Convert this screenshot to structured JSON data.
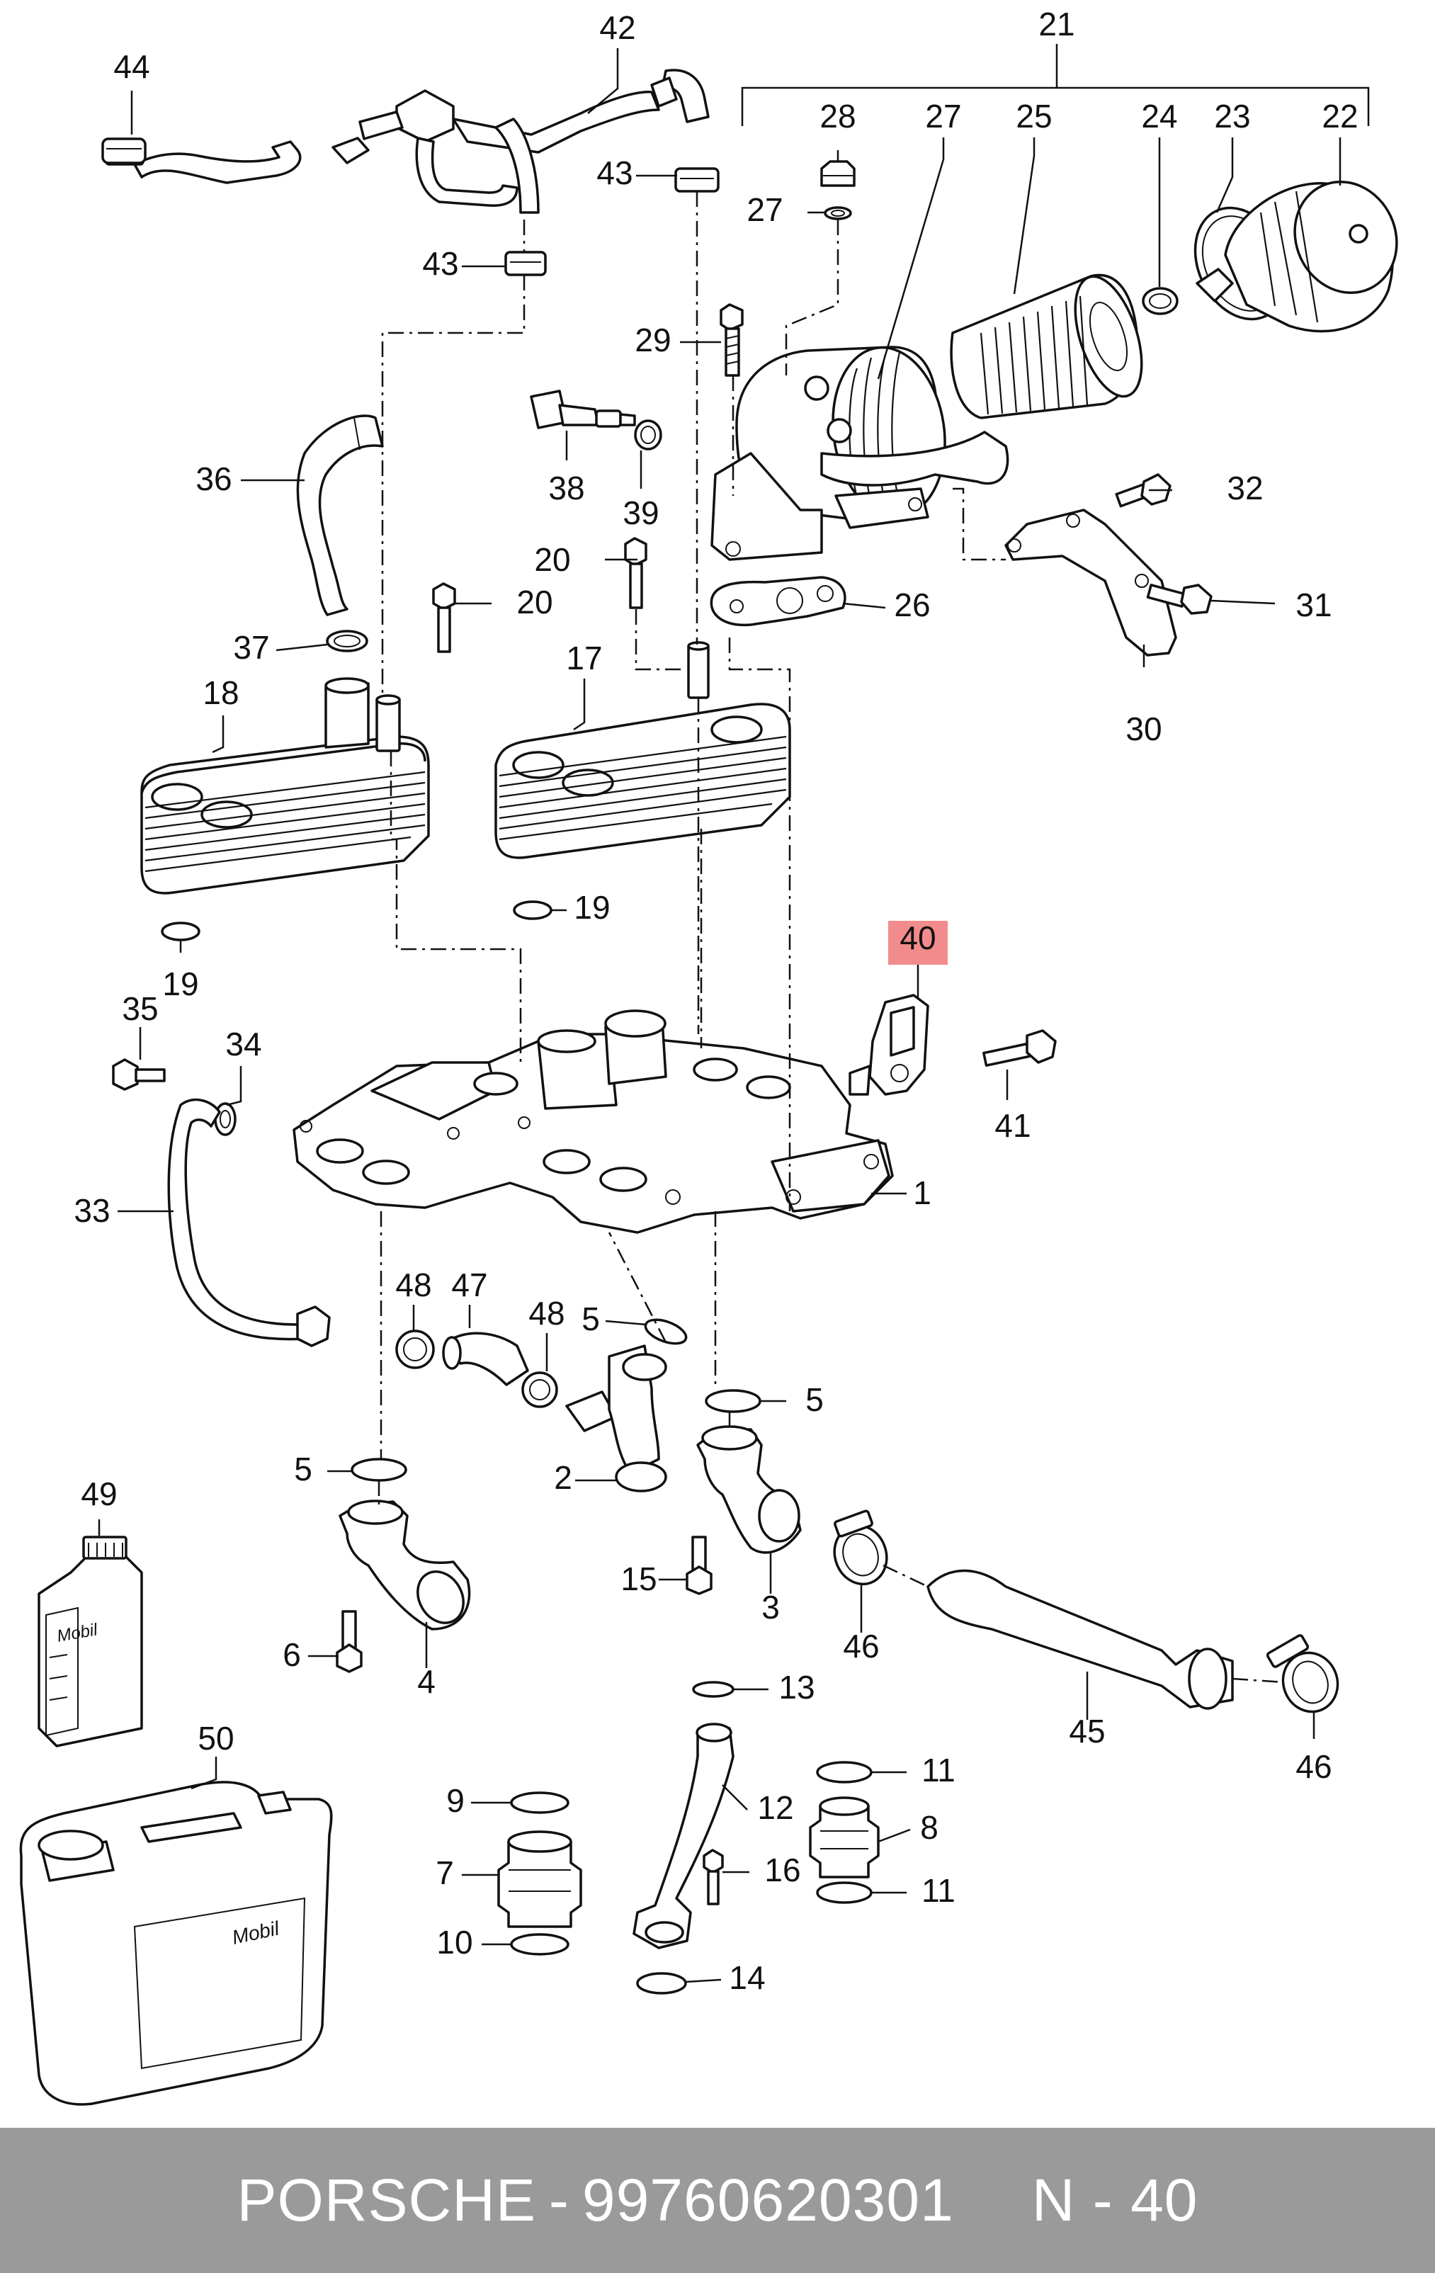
{
  "callouts": [
    {
      "id": "c44a",
      "label": "44"
    },
    {
      "id": "c42",
      "label": "42"
    },
    {
      "id": "c21",
      "label": "21"
    },
    {
      "id": "c28",
      "label": "28"
    },
    {
      "id": "c27a",
      "label": "27"
    },
    {
      "id": "c25",
      "label": "25"
    },
    {
      "id": "c24",
      "label": "24"
    },
    {
      "id": "c23",
      "label": "23"
    },
    {
      "id": "c22",
      "label": "22"
    },
    {
      "id": "c43a",
      "label": "43"
    },
    {
      "id": "c27b",
      "label": "27"
    },
    {
      "id": "c43b",
      "label": "43"
    },
    {
      "id": "c29",
      "label": "29"
    },
    {
      "id": "c38",
      "label": "38"
    },
    {
      "id": "c39",
      "label": "39"
    },
    {
      "id": "c36",
      "label": "36"
    },
    {
      "id": "c32",
      "label": "32"
    },
    {
      "id": "c20a",
      "label": "20"
    },
    {
      "id": "c20b",
      "label": "20"
    },
    {
      "id": "c26",
      "label": "26"
    },
    {
      "id": "c31",
      "label": "31"
    },
    {
      "id": "c37",
      "label": "37"
    },
    {
      "id": "c17",
      "label": "17"
    },
    {
      "id": "c18",
      "label": "18"
    },
    {
      "id": "c30",
      "label": "30"
    },
    {
      "id": "c19a",
      "label": "19"
    },
    {
      "id": "c19b",
      "label": "19"
    },
    {
      "id": "c40",
      "label": "40",
      "highlight": true
    },
    {
      "id": "c35",
      "label": "35"
    },
    {
      "id": "c34",
      "label": "34"
    },
    {
      "id": "c41",
      "label": "41"
    },
    {
      "id": "c1",
      "label": "1"
    },
    {
      "id": "c33",
      "label": "33"
    },
    {
      "id": "c48a",
      "label": "48"
    },
    {
      "id": "c47",
      "label": "47"
    },
    {
      "id": "c48b",
      "label": "48"
    },
    {
      "id": "c5a",
      "label": "5"
    },
    {
      "id": "c5b",
      "label": "5"
    },
    {
      "id": "c5c",
      "label": "5"
    },
    {
      "id": "c49",
      "label": "49"
    },
    {
      "id": "c2",
      "label": "2"
    },
    {
      "id": "c15",
      "label": "15"
    },
    {
      "id": "c3",
      "label": "3"
    },
    {
      "id": "c46a",
      "label": "46"
    },
    {
      "id": "c6",
      "label": "6"
    },
    {
      "id": "c4",
      "label": "4"
    },
    {
      "id": "c13",
      "label": "13"
    },
    {
      "id": "c45",
      "label": "45"
    },
    {
      "id": "c46b",
      "label": "46"
    },
    {
      "id": "c50",
      "label": "50"
    },
    {
      "id": "c9",
      "label": "9"
    },
    {
      "id": "c12",
      "label": "12"
    },
    {
      "id": "c11a",
      "label": "11"
    },
    {
      "id": "c8",
      "label": "8"
    },
    {
      "id": "c7",
      "label": "7"
    },
    {
      "id": "c16",
      "label": "16"
    },
    {
      "id": "c11b",
      "label": "11"
    },
    {
      "id": "c10",
      "label": "10"
    },
    {
      "id": "c14",
      "label": "14"
    }
  ],
  "labels": {
    "bottle_brand": "Mobil",
    "canister_brand": "Mobil"
  },
  "footer": {
    "brand": "PORSCHE",
    "separator": "-",
    "part_number": "99760620301",
    "ref": "N - 40"
  },
  "colors": {
    "highlight": "#f28b8b",
    "footer_bg": "#9a9a9a",
    "footer_text": "#ffffff",
    "line": "#111111"
  }
}
